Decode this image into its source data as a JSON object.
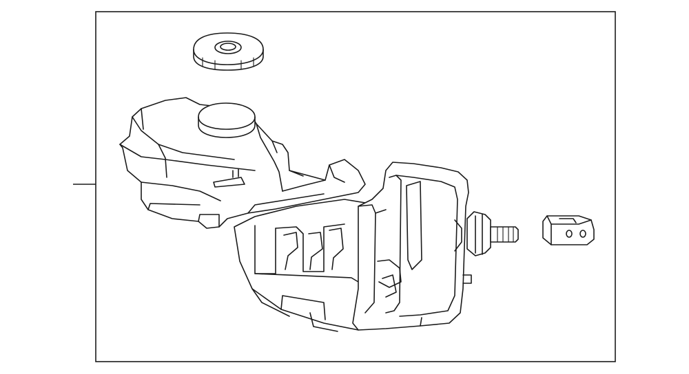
{
  "diagram": {
    "type": "exploded parts illustration",
    "line_color": "#1a1a1a",
    "background_color": "#ffffff",
    "parts": [
      {
        "name": "reservoir-cap"
      },
      {
        "name": "brake-master-cylinder-reservoir"
      },
      {
        "name": "brake-booster"
      },
      {
        "name": "pushrod"
      },
      {
        "name": "clevis"
      }
    ]
  }
}
